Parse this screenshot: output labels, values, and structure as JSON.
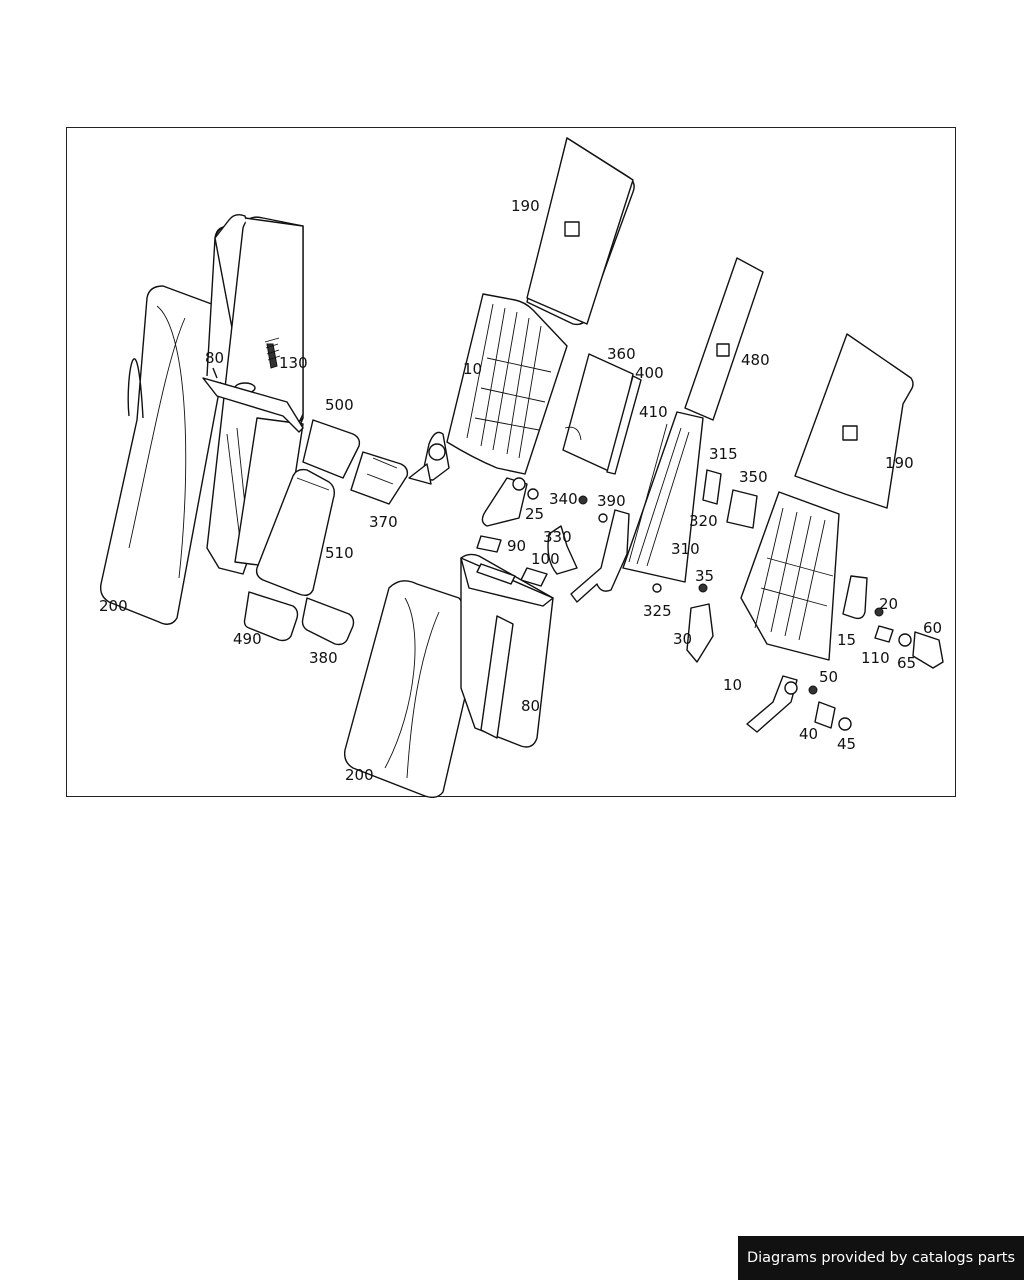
{
  "footer": {
    "text": "Diagrams provided by catalogs parts"
  },
  "callouts": [
    "190",
    "130",
    "80",
    "10",
    "360",
    "400",
    "410",
    "480",
    "500",
    "370",
    "315",
    "350",
    "190",
    "25",
    "340",
    "390",
    "320",
    "510",
    "330",
    "310",
    "90",
    "100",
    "35",
    "200",
    "20",
    "60",
    "490",
    "325",
    "15",
    "30",
    "110",
    "65",
    "380",
    "10",
    "50",
    "80",
    "40",
    "45",
    "200"
  ]
}
